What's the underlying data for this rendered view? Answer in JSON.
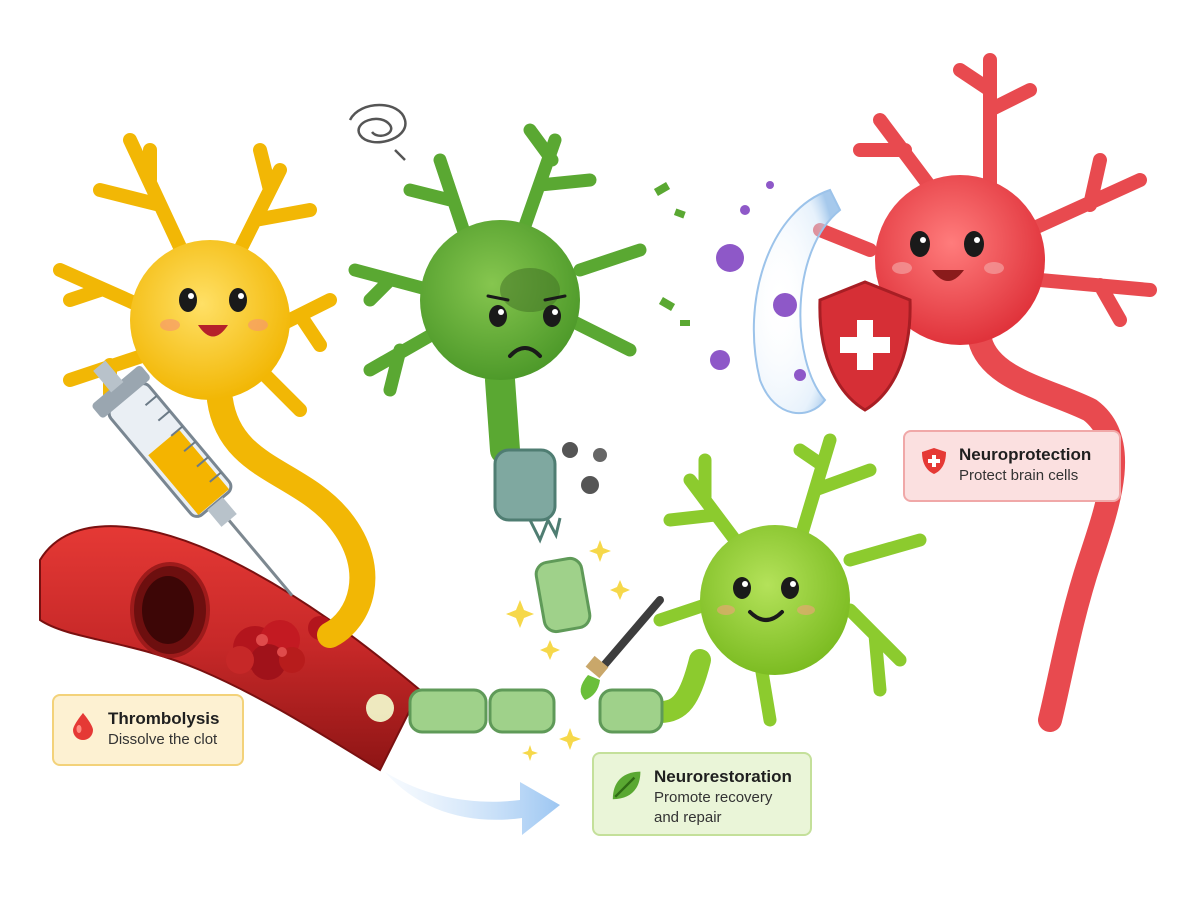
{
  "labels": {
    "thrombolysis": {
      "title": "Thrombolysis",
      "subtitle": "Dissolve the clot",
      "icon": "blood-drop-icon",
      "color": "#e53935"
    },
    "neuroprotection": {
      "title": "Neuroprotection",
      "subtitle": "Protect brain cells",
      "icon": "shield-cross-icon",
      "color": "#e53935"
    },
    "neurorestoration": {
      "title": "Neurorestoration",
      "subtitle_line1": "Promote recovery",
      "subtitle_line2": "and repair",
      "icon": "leaf-icon",
      "color": "#5aa832"
    }
  },
  "neurons": {
    "thrombolysis": {
      "color": "#f6c623",
      "mood": "happy"
    },
    "damaged": {
      "color": "#6fb23c",
      "mood": "sad"
    },
    "neuroprotection": {
      "color": "#e84a4f",
      "mood": "happy"
    },
    "neurorestoration": {
      "color": "#8ccb2e",
      "mood": "happy"
    }
  }
}
